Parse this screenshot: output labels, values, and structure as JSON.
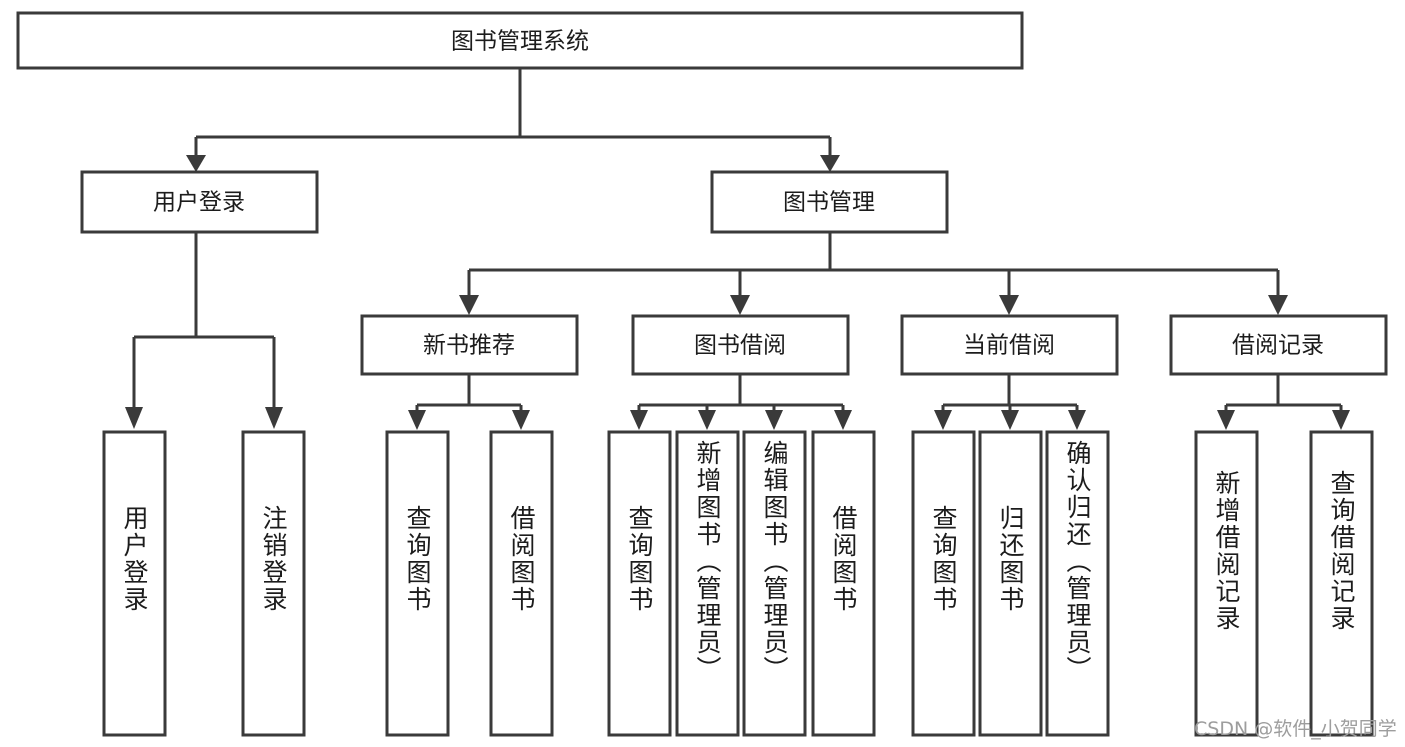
{
  "diagram": {
    "type": "tree-hierarchy-chart",
    "title": "图书管理系统",
    "orientation": "top-down",
    "colors": {
      "stroke": "#3a3a3a",
      "fill": "#ffffff",
      "text": "#1c1c1c",
      "watermark": "#9d9d9d"
    },
    "root": {
      "label": "图书管理系统"
    },
    "level2": [
      {
        "id": "user-login",
        "label": "用户登录"
      },
      {
        "id": "book-management",
        "label": "图书管理"
      }
    ],
    "level3": [
      {
        "id": "new-book-recommend",
        "label": "新书推荐",
        "parent": "book-management"
      },
      {
        "id": "book-borrow",
        "label": "图书借阅",
        "parent": "book-management"
      },
      {
        "id": "current-borrow",
        "label": "当前借阅",
        "parent": "book-management"
      },
      {
        "id": "borrow-record",
        "label": "借阅记录",
        "parent": "book-management"
      }
    ],
    "leaves": {
      "user-login": [
        {
          "id": "leaf-user-login",
          "label": "用户登录"
        },
        {
          "id": "leaf-user-logout",
          "label": "注销登录"
        }
      ],
      "new-book-recommend": [
        {
          "id": "leaf-query-book-1",
          "label": "查询图书"
        },
        {
          "id": "leaf-borrow-book-1",
          "label": "借阅图书"
        }
      ],
      "book-borrow": [
        {
          "id": "leaf-query-book-2",
          "label": "查询图书"
        },
        {
          "id": "leaf-add-book",
          "label": "新增图书（管理员）"
        },
        {
          "id": "leaf-edit-book",
          "label": "编辑图书（管理员）"
        },
        {
          "id": "leaf-borrow-book-2",
          "label": "借阅图书"
        }
      ],
      "current-borrow": [
        {
          "id": "leaf-query-book-3",
          "label": "查询图书"
        },
        {
          "id": "leaf-return-book",
          "label": "归还图书"
        },
        {
          "id": "leaf-confirm-return",
          "label": "确认归还（管理员）"
        }
      ],
      "borrow-record": [
        {
          "id": "leaf-add-record",
          "label": "新增借阅记录"
        },
        {
          "id": "leaf-query-record",
          "label": "查询借阅记录"
        }
      ]
    }
  },
  "watermark": {
    "text": "CSDN @软件_小贺同学"
  }
}
